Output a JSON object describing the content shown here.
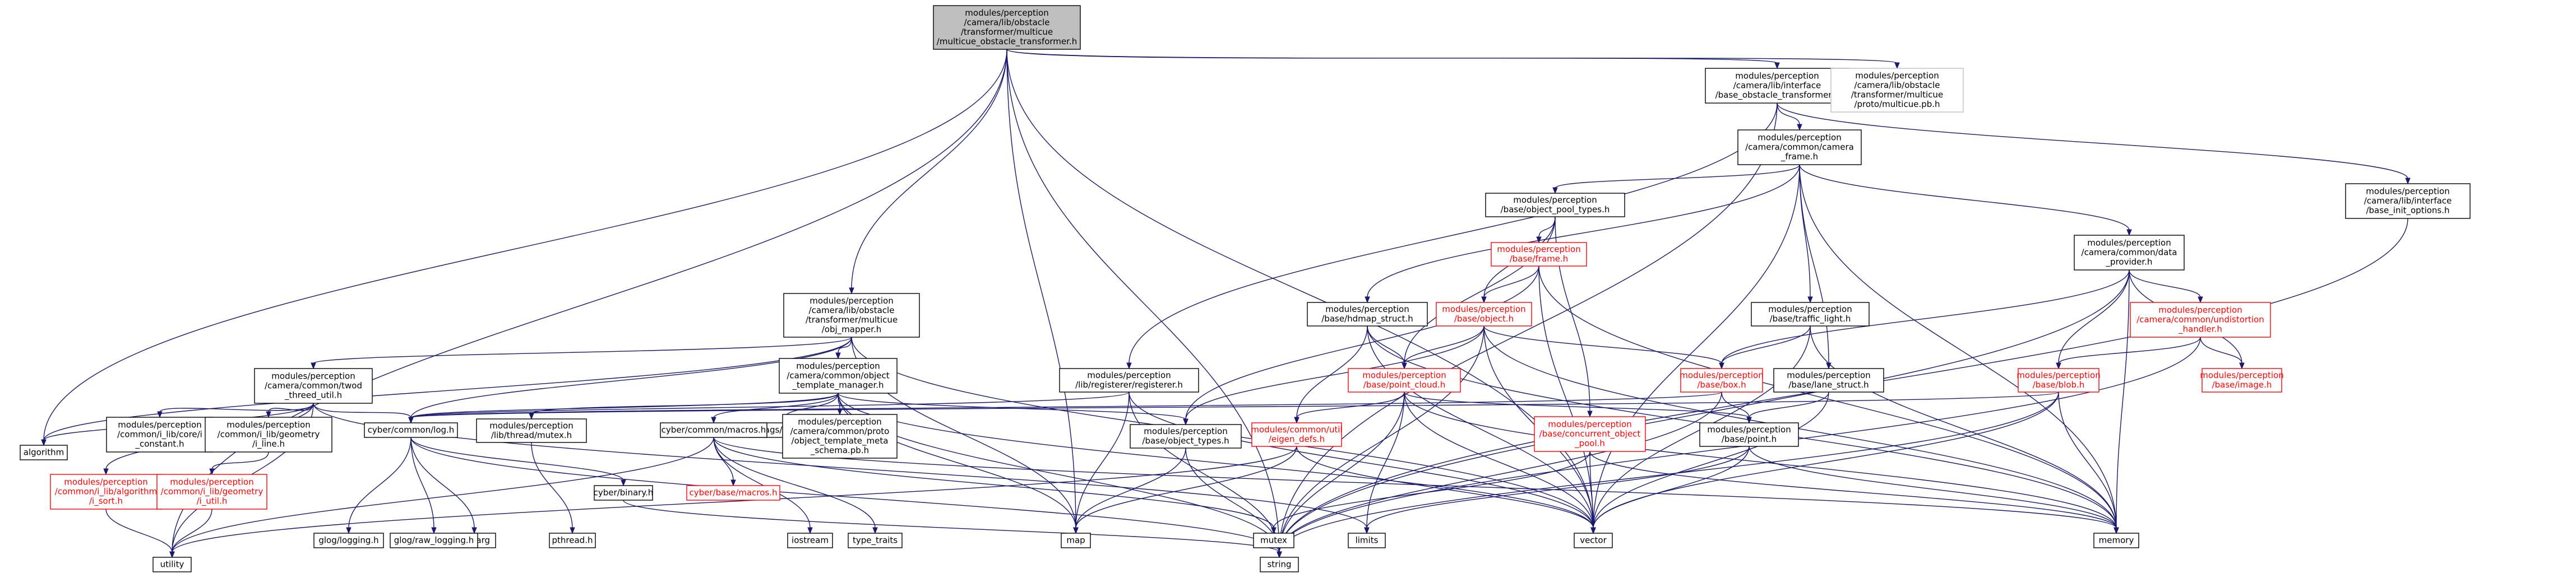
{
  "diagram": {
    "nodes": [
      {
        "id": "root",
        "lines": [
          "modules/perception",
          "/camera/lib/obstacle",
          "/transformer/multicue",
          "/multicue_obstacle_transformer.h"
        ],
        "style": "root"
      },
      {
        "id": "utility",
        "lines": [
          "utility"
        ],
        "style": "plain"
      },
      {
        "id": "algorithm",
        "lines": [
          "algorithm"
        ],
        "style": "plain"
      },
      {
        "id": "map",
        "lines": [
          "map"
        ],
        "style": "plain"
      },
      {
        "id": "string",
        "lines": [
          "string"
        ],
        "style": "plain"
      },
      {
        "id": "vector",
        "lines": [
          "vector"
        ],
        "style": "plain"
      },
      {
        "id": "memory",
        "lines": [
          "memory"
        ],
        "style": "plain"
      },
      {
        "id": "mutex",
        "lines": [
          "mutex"
        ],
        "style": "plain"
      },
      {
        "id": "limits",
        "lines": [
          "limits"
        ],
        "style": "plain"
      },
      {
        "id": "iostream",
        "lines": [
          "iostream"
        ],
        "style": "plain"
      },
      {
        "id": "type_traits",
        "lines": [
          "type_traits"
        ],
        "style": "plain"
      },
      {
        "id": "cstdarg",
        "lines": [
          "cstdarg"
        ],
        "style": "plain"
      },
      {
        "id": "pthread",
        "lines": [
          "pthread.h"
        ],
        "style": "plain"
      },
      {
        "id": "glog_logging",
        "lines": [
          "glog/logging.h"
        ],
        "style": "plain"
      },
      {
        "id": "glog_raw",
        "lines": [
          "glog/raw_logging.h"
        ],
        "style": "plain"
      },
      {
        "id": "gflags",
        "lines": [
          "gflags/gflags.h"
        ],
        "style": "plain"
      },
      {
        "id": "base_obs_trans",
        "lines": [
          "modules/perception",
          "/camera/lib/interface",
          "/base_obstacle_transformer.h"
        ],
        "style": "normal"
      },
      {
        "id": "multicue_pb",
        "lines": [
          "modules/perception",
          "/camera/lib/obstacle",
          "/transformer/multicue",
          "/proto/multicue.pb.h"
        ],
        "style": "gray"
      },
      {
        "id": "obj_mapper",
        "lines": [
          "modules/perception",
          "/camera/lib/obstacle",
          "/transformer/multicue",
          "/obj_mapper.h"
        ],
        "style": "normal"
      },
      {
        "id": "camera_frame",
        "lines": [
          "modules/perception",
          "/camera/common/camera",
          "_frame.h"
        ],
        "style": "normal"
      },
      {
        "id": "base_init_options",
        "lines": [
          "modules/perception",
          "/camera/lib/interface",
          "/base_init_options.h"
        ],
        "style": "normal"
      },
      {
        "id": "registerer",
        "lines": [
          "modules/perception",
          "/lib/registerer/registerer.h"
        ],
        "style": "normal"
      },
      {
        "id": "object_pool_types",
        "lines": [
          "modules/perception",
          "/base/object_pool_types.h"
        ],
        "style": "normal"
      },
      {
        "id": "data_provider",
        "lines": [
          "modules/perception",
          "/camera/common/data",
          "_provider.h"
        ],
        "style": "normal"
      },
      {
        "id": "frame",
        "lines": [
          "modules/perception",
          "/base/frame.h"
        ],
        "style": "red"
      },
      {
        "id": "undistortion",
        "lines": [
          "modules/perception",
          "/camera/common/undistortion",
          "_handler.h"
        ],
        "style": "red"
      },
      {
        "id": "hdmap_struct",
        "lines": [
          "modules/perception",
          "/base/hdmap_struct.h"
        ],
        "style": "normal"
      },
      {
        "id": "object",
        "lines": [
          "modules/perception",
          "/base/object.h"
        ],
        "style": "red"
      },
      {
        "id": "traffic_light",
        "lines": [
          "modules/perception",
          "/base/traffic_light.h"
        ],
        "style": "normal"
      },
      {
        "id": "twod_thread",
        "lines": [
          "modules/perception",
          "/camera/common/twod",
          "_threed_util.h"
        ],
        "style": "normal"
      },
      {
        "id": "obj_template",
        "lines": [
          "modules/perception",
          "/camera/common/object",
          "_template_manager.h"
        ],
        "style": "normal"
      },
      {
        "id": "point_cloud",
        "lines": [
          "modules/perception",
          "/base/point_cloud.h"
        ],
        "style": "red"
      },
      {
        "id": "box",
        "lines": [
          "modules/perception",
          "/base/box.h"
        ],
        "style": "red"
      },
      {
        "id": "lane_struct",
        "lines": [
          "modules/perception",
          "/base/lane_struct.h"
        ],
        "style": "normal"
      },
      {
        "id": "blob",
        "lines": [
          "modules/perception",
          "/base/blob.h"
        ],
        "style": "red"
      },
      {
        "id": "image",
        "lines": [
          "modules/perception",
          "/base/image.h"
        ],
        "style": "red"
      },
      {
        "id": "i_constant",
        "lines": [
          "modules/perception",
          "/common/i_lib/core/i",
          "_constant.h"
        ],
        "style": "normal"
      },
      {
        "id": "i_line",
        "lines": [
          "modules/perception",
          "/common/i_lib/geometry",
          "/i_line.h"
        ],
        "style": "normal"
      },
      {
        "id": "cyber_log",
        "lines": [
          "cyber/common/log.h"
        ],
        "style": "normal"
      },
      {
        "id": "thread_mutex",
        "lines": [
          "modules/perception",
          "/lib/thread/mutex.h"
        ],
        "style": "normal"
      },
      {
        "id": "cyber_macros",
        "lines": [
          "cyber/common/macros.h"
        ],
        "style": "normal"
      },
      {
        "id": "template_meta",
        "lines": [
          "modules/perception",
          "/camera/common/proto",
          "/object_template_meta",
          "_schema.pb.h"
        ],
        "style": "plain"
      },
      {
        "id": "object_types",
        "lines": [
          "modules/perception",
          "/base/object_types.h"
        ],
        "style": "normal"
      },
      {
        "id": "eigen_defs",
        "lines": [
          "modules/common/util",
          "/eigen_defs.h"
        ],
        "style": "red"
      },
      {
        "id": "concurrent_pool",
        "lines": [
          "modules/perception",
          "/base/concurrent_object",
          "_pool.h"
        ],
        "style": "red"
      },
      {
        "id": "point",
        "lines": [
          "modules/perception",
          "/base/point.h"
        ],
        "style": "normal"
      },
      {
        "id": "i_algorithm",
        "lines": [
          "modules/perception",
          "/common/i_lib/algorithm",
          "/i_sort.h"
        ],
        "style": "red"
      },
      {
        "id": "i_util",
        "lines": [
          "modules/perception",
          "/common/i_lib/geometry",
          "/i_util.h"
        ],
        "style": "red"
      },
      {
        "id": "cyber_base_macros",
        "lines": [
          "cyber/base/macros.h"
        ],
        "style": "red"
      },
      {
        "id": "cyber_binary",
        "lines": [
          "cyber/binary.h"
        ],
        "style": "normal"
      }
    ],
    "edges": [
      [
        "root",
        "utility"
      ],
      [
        "root",
        "algorithm"
      ],
      [
        "root",
        "map"
      ],
      [
        "root",
        "string"
      ],
      [
        "root",
        "vector"
      ],
      [
        "root",
        "base_obs_trans"
      ],
      [
        "root",
        "multicue_pb"
      ],
      [
        "root",
        "obj_mapper"
      ],
      [
        "base_obs_trans",
        "camera_frame"
      ],
      [
        "base_obs_trans",
        "base_init_options"
      ],
      [
        "base_obs_trans",
        "registerer"
      ],
      [
        "base_obs_trans",
        "string"
      ],
      [
        "base_init_options",
        "string"
      ],
      [
        "camera_frame",
        "object_pool_types"
      ],
      [
        "camera_frame",
        "data_provider"
      ],
      [
        "camera_frame",
        "hdmap_struct"
      ],
      [
        "camera_frame",
        "traffic_light"
      ],
      [
        "camera_frame",
        "lane_struct"
      ],
      [
        "camera_frame",
        "memory"
      ],
      [
        "camera_frame",
        "vector"
      ],
      [
        "object_pool_types",
        "frame"
      ],
      [
        "object_pool_types",
        "object"
      ],
      [
        "object_pool_types",
        "point_cloud"
      ],
      [
        "object_pool_types",
        "concurrent_pool"
      ],
      [
        "frame",
        "object"
      ],
      [
        "frame",
        "object_types"
      ],
      [
        "frame",
        "memory"
      ],
      [
        "frame",
        "vector"
      ],
      [
        "object",
        "point_cloud"
      ],
      [
        "object",
        "object_types"
      ],
      [
        "object",
        "box"
      ],
      [
        "object",
        "memory"
      ],
      [
        "object",
        "string"
      ],
      [
        "object",
        "vector"
      ],
      [
        "data_provider",
        "undistortion"
      ],
      [
        "data_provider",
        "blob"
      ],
      [
        "data_provider",
        "image"
      ],
      [
        "data_provider",
        "box"
      ],
      [
        "data_provider",
        "memory"
      ],
      [
        "data_provider",
        "string"
      ],
      [
        "undistortion",
        "blob"
      ],
      [
        "undistortion",
        "image"
      ],
      [
        "undistortion",
        "string"
      ],
      [
        "hdmap_struct",
        "point_cloud"
      ],
      [
        "hdmap_struct",
        "eigen_defs"
      ],
      [
        "hdmap_struct",
        "memory"
      ],
      [
        "hdmap_struct",
        "vector"
      ],
      [
        "traffic_light",
        "box"
      ],
      [
        "traffic_light",
        "memory"
      ],
      [
        "traffic_light",
        "vector"
      ],
      [
        "lane_struct",
        "point"
      ],
      [
        "lane_struct",
        "vector"
      ],
      [
        "box",
        "point"
      ],
      [
        "box",
        "cyber_log"
      ],
      [
        "box",
        "string"
      ],
      [
        "blob",
        "cyber_log"
      ],
      [
        "blob",
        "memory"
      ],
      [
        "blob",
        "string"
      ],
      [
        "blob",
        "vector"
      ],
      [
        "point_cloud",
        "eigen_defs"
      ],
      [
        "point_cloud",
        "point"
      ],
      [
        "point_cloud",
        "limits"
      ],
      [
        "point_cloud",
        "memory"
      ],
      [
        "point_cloud",
        "string"
      ],
      [
        "point_cloud",
        "vector"
      ],
      [
        "point",
        "memory"
      ],
      [
        "point",
        "limits"
      ],
      [
        "point",
        "vector"
      ],
      [
        "eigen_defs",
        "map"
      ],
      [
        "eigen_defs",
        "utility"
      ],
      [
        "eigen_defs",
        "vector"
      ],
      [
        "concurrent_pool",
        "mutex"
      ],
      [
        "concurrent_pool",
        "memory"
      ],
      [
        "concurrent_pool",
        "vector"
      ],
      [
        "registerer",
        "cyber_log"
      ],
      [
        "registerer",
        "map"
      ],
      [
        "registerer",
        "string"
      ],
      [
        "registerer",
        "vector"
      ],
      [
        "obj_mapper",
        "twod_thread"
      ],
      [
        "obj_mapper",
        "obj_template"
      ],
      [
        "obj_mapper",
        "cyber_log"
      ],
      [
        "obj_mapper",
        "algorithm"
      ],
      [
        "obj_mapper",
        "map"
      ],
      [
        "obj_mapper",
        "vector"
      ],
      [
        "twod_thread",
        "algorithm"
      ],
      [
        "twod_thread",
        "i_constant"
      ],
      [
        "twod_thread",
        "i_line"
      ],
      [
        "twod_thread",
        "i_algorithm"
      ],
      [
        "twod_thread",
        "cyber_log"
      ],
      [
        "twod_thread",
        "utility"
      ],
      [
        "twod_thread",
        "limits"
      ],
      [
        "i_line",
        "i_util"
      ],
      [
        "i_algorithm",
        "utility"
      ],
      [
        "i_util",
        "utility"
      ],
      [
        "obj_template",
        "cyber_log"
      ],
      [
        "obj_template",
        "thread_mutex"
      ],
      [
        "obj_template",
        "cyber_macros"
      ],
      [
        "obj_template",
        "gflags"
      ],
      [
        "obj_template",
        "template_meta"
      ],
      [
        "obj_template",
        "object_types"
      ],
      [
        "obj_template",
        "map"
      ],
      [
        "obj_template",
        "string"
      ],
      [
        "obj_template",
        "vector"
      ],
      [
        "object_types",
        "map"
      ],
      [
        "object_types",
        "string"
      ],
      [
        "cyber_log",
        "glog_logging"
      ],
      [
        "cyber_log",
        "glog_raw"
      ],
      [
        "cyber_log",
        "cstdarg"
      ],
      [
        "cyber_log",
        "cyber_binary"
      ],
      [
        "cyber_log",
        "string"
      ],
      [
        "thread_mutex",
        "pthread"
      ],
      [
        "cyber_macros",
        "cyber_base_macros"
      ],
      [
        "cyber_macros",
        "iostream"
      ],
      [
        "cyber_macros",
        "type_traits"
      ],
      [
        "cyber_macros",
        "mutex"
      ],
      [
        "cyber_macros",
        "memory"
      ],
      [
        "cyber_macros",
        "utility"
      ],
      [
        "cyber_binary",
        "string"
      ]
    ]
  }
}
